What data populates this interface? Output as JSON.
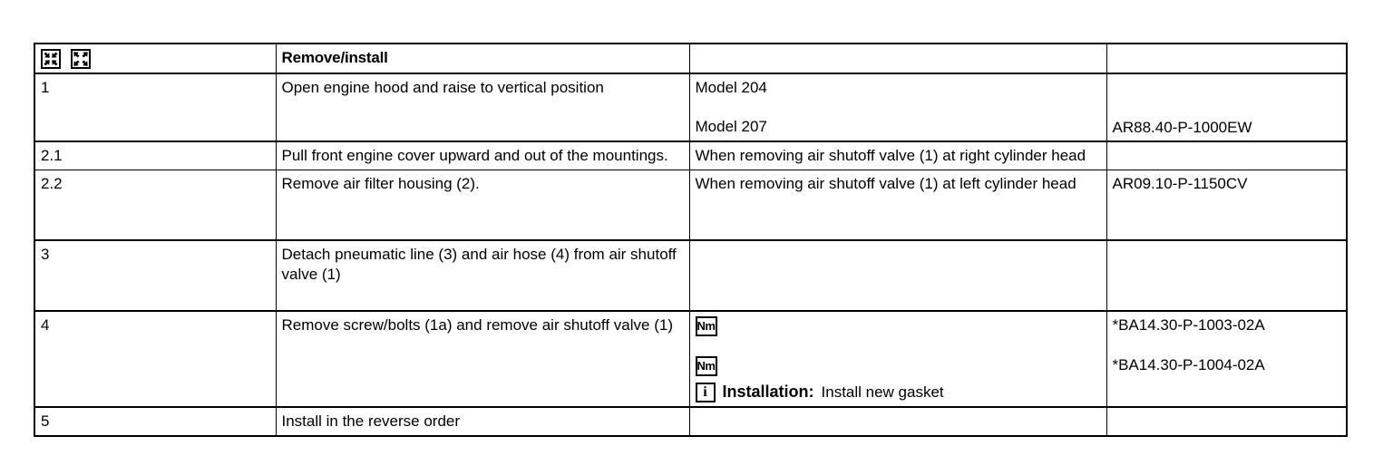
{
  "document": {
    "type": "service-procedure-table",
    "columns": [
      "",
      "Remove/install",
      "",
      ""
    ],
    "header": {
      "step_icons": [
        "expand-arrows-icon",
        "collapse-arrows-icon"
      ],
      "task_label": "Remove/install",
      "note_label": "",
      "doc_label": ""
    },
    "rows": [
      {
        "step": "1",
        "task": "Open engine hood and raise to vertical position",
        "note_lines": [
          "Model 204",
          "Model 207"
        ],
        "doc_refs": [
          "AR88.40-P-1000EW"
        ],
        "doc_align": "bottom"
      },
      {
        "step": "2.1",
        "task": "Pull front engine cover upward and out of the mountings.",
        "note_lines": [
          "When removing air shutoff valve (1) at right cylinder head"
        ],
        "doc_refs": [],
        "doc_align": "top"
      },
      {
        "step": "2.2",
        "task": "Remove air filter housing (2).",
        "note_lines": [
          "When removing air shutoff valve (1) at left cylinder head"
        ],
        "doc_refs": [
          "AR09.10-P-1150CV"
        ],
        "doc_align": "top"
      },
      {
        "step": "3",
        "task": "Detach pneumatic line (3) and air hose (4) from air shutoff valve (1)",
        "note_lines": [],
        "doc_refs": [],
        "doc_align": "top"
      },
      {
        "step": "4",
        "task": "Remove screw/bolts (1a) and remove air shutoff valve (1)",
        "note_icons": [
          "torque-nm-icon",
          "torque-nm-icon"
        ],
        "note_torque_label": "Nm",
        "note_info_icon": "info-icon",
        "note_info_glyph": "i",
        "note_info_strong": "Installation:",
        "note_info_text": "Install new gasket",
        "doc_refs": [
          "*BA14.30-P-1003-02A",
          "*BA14.30-P-1004-02A"
        ],
        "doc_align": "top"
      },
      {
        "step": "5",
        "task": "Install in the reverse order",
        "note_lines": [],
        "doc_refs": [],
        "doc_align": "top"
      }
    ]
  },
  "colors": {
    "text": "#000000",
    "background": "#ffffff",
    "rule": "#000000"
  }
}
